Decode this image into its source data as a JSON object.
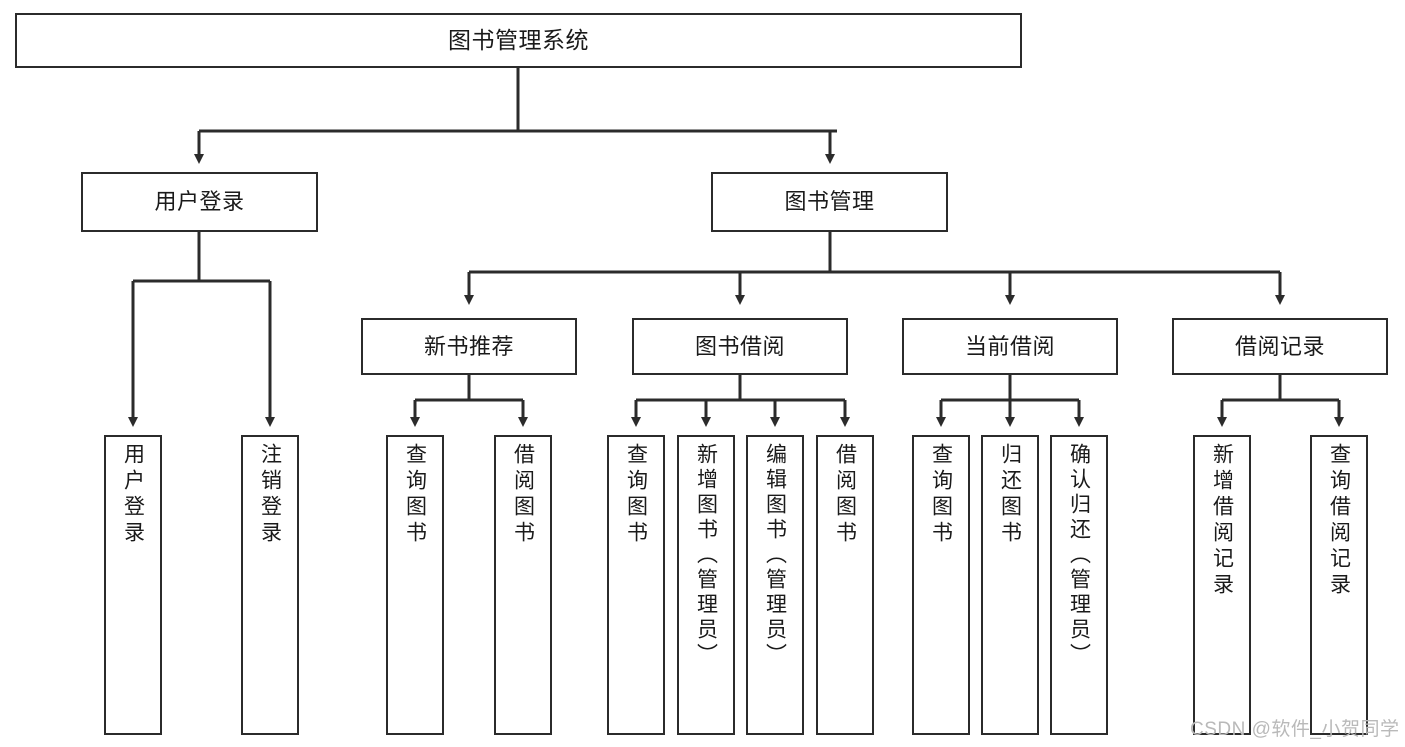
{
  "diagram": {
    "title": "图书管理系统",
    "type": "tree-hierarchy-diagram",
    "colors": {
      "stroke": "#2b2b2b",
      "fill": "#ffffff",
      "text": "#1a1a1a",
      "watermark": "#b9b9b9"
    }
  },
  "nodes": {
    "root": {
      "label": "图书管理系统"
    },
    "level2": [
      {
        "label": "用户登录"
      },
      {
        "label": "图书管理"
      }
    ],
    "level3": [
      {
        "label": "新书推荐"
      },
      {
        "label": "图书借阅"
      },
      {
        "label": "当前借阅"
      },
      {
        "label": "借阅记录"
      }
    ],
    "leaves": {
      "user_login": [
        {
          "label": "用户登录"
        },
        {
          "label": "注销登录"
        }
      ],
      "new_book_recommend": [
        {
          "label": "查询图书"
        },
        {
          "label": "借阅图书"
        }
      ],
      "book_borrow": [
        {
          "label": "查询图书"
        },
        {
          "label": "新增图书（管理员）"
        },
        {
          "label": "编辑图书（管理员）"
        },
        {
          "label": "借阅图书"
        }
      ],
      "current_borrow": [
        {
          "label": "查询图书"
        },
        {
          "label": "归还图书"
        },
        {
          "label": "确认归还（管理员）"
        }
      ],
      "borrow_record": [
        {
          "label": "新增借阅记录"
        },
        {
          "label": "查询借阅记录"
        }
      ]
    }
  },
  "watermark": {
    "text": "CSDN @软件_小贺同学"
  }
}
